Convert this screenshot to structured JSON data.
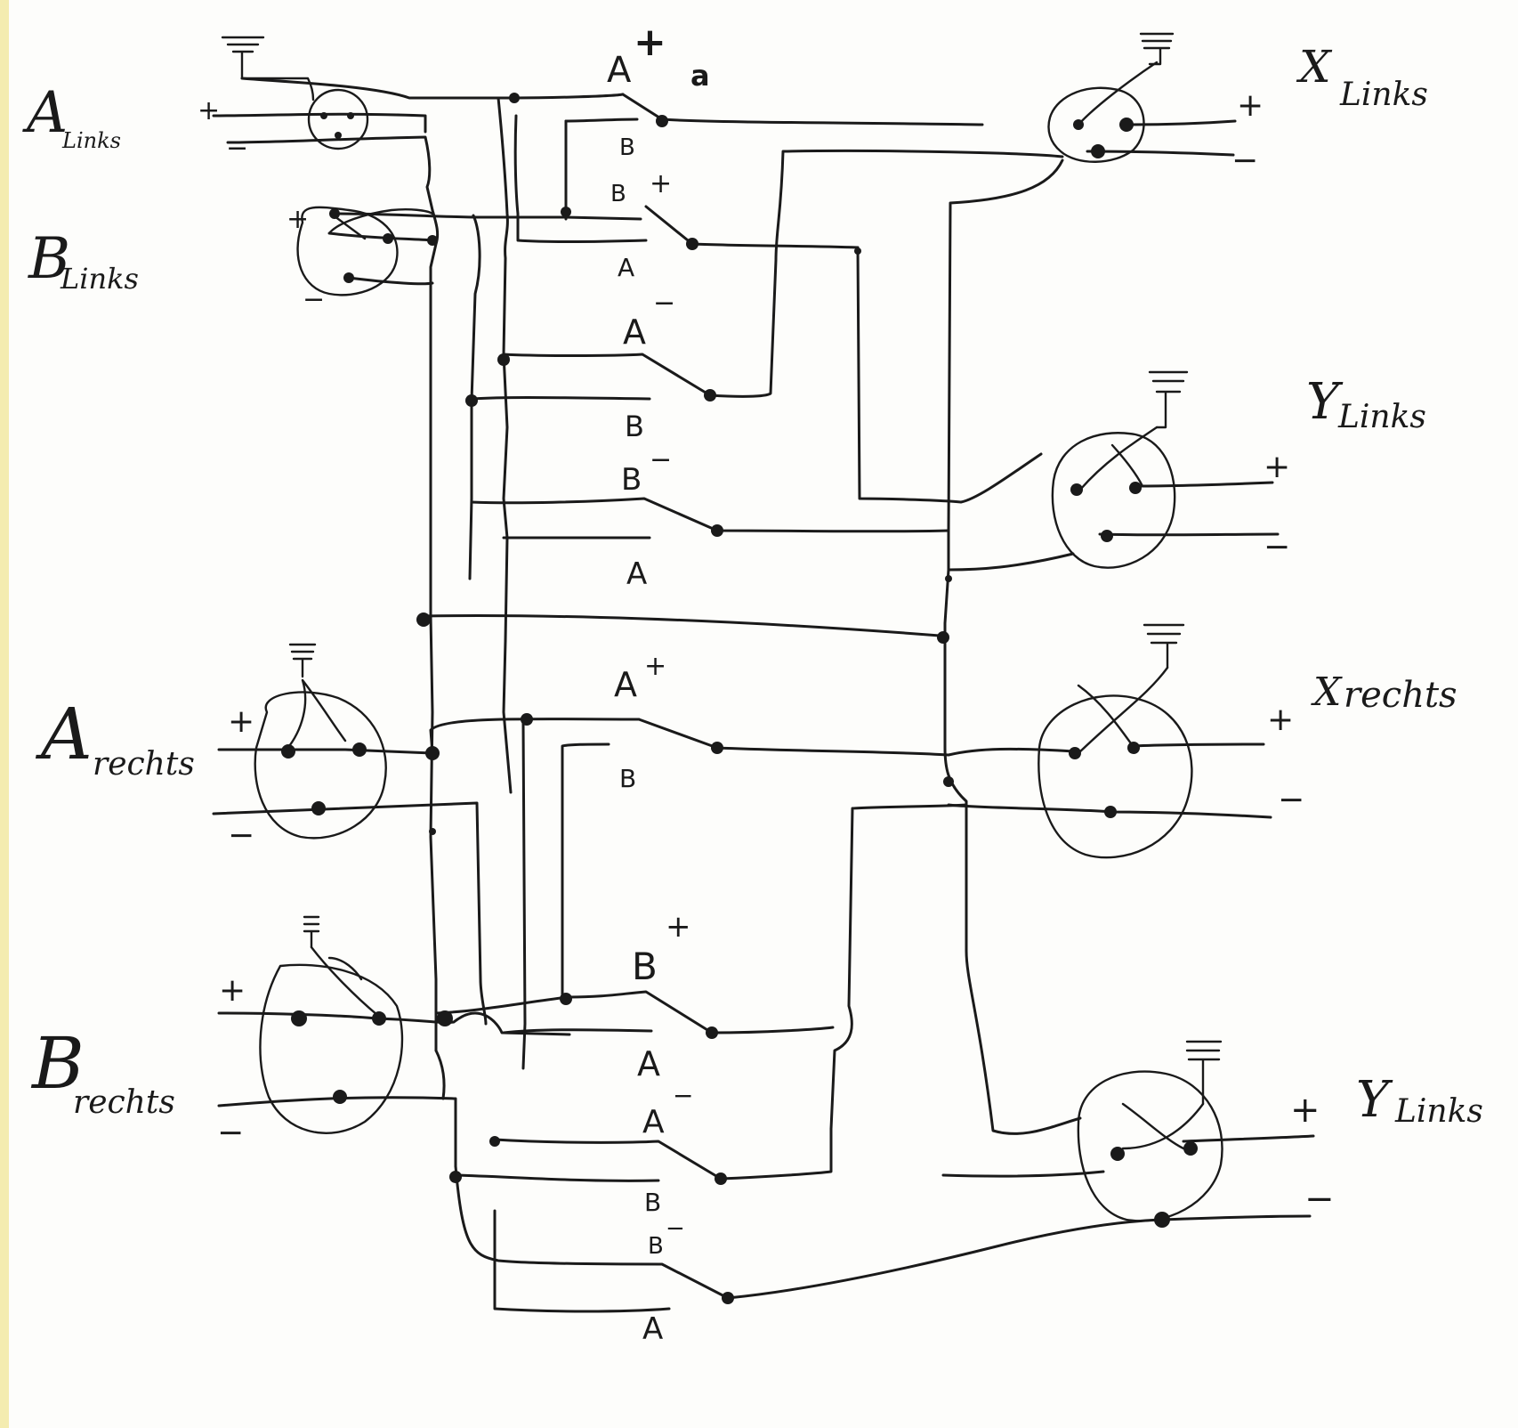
{
  "connectors": {
    "a_links": {
      "letter": "A",
      "suffix": "Links"
    },
    "b_links": {
      "letter": "B",
      "suffix": "Links"
    },
    "a_rechts": {
      "letter": "A",
      "suffix": "rechts"
    },
    "b_rechts": {
      "letter": "B",
      "suffix": "rechts"
    },
    "x_links": {
      "letter": "X",
      "suffix": "Links"
    },
    "y_links": {
      "letter": "Y",
      "suffix": "Links"
    },
    "x_rechts": {
      "letter": "X",
      "suffix": "rechts"
    },
    "y_links_2": {
      "letter": "Y",
      "suffix": "Links"
    }
  },
  "signs": {
    "plus": "+",
    "minus": "−"
  },
  "switches": {
    "s1": {
      "main": "A",
      "pol": "+",
      "off": "B",
      "extra": "a"
    },
    "s2": {
      "main": "B",
      "pol": "+",
      "off": "A"
    },
    "s3": {
      "main": "A",
      "pol": "−",
      "off": "B"
    },
    "s4": {
      "main": "B",
      "pol": "−",
      "off": "A"
    },
    "s5": {
      "main": "A",
      "pol": "+",
      "off": "B"
    },
    "s6": {
      "main": "B",
      "pol": "+",
      "off": "A"
    },
    "s7": {
      "main": "A",
      "pol": "−",
      "off": "B"
    },
    "s8": {
      "main": "B",
      "pol": "−",
      "off": "A"
    }
  },
  "colors": {
    "ink": "#1a1a1a",
    "paper": "#fdfdfb",
    "edge": "#f4ecb0"
  }
}
